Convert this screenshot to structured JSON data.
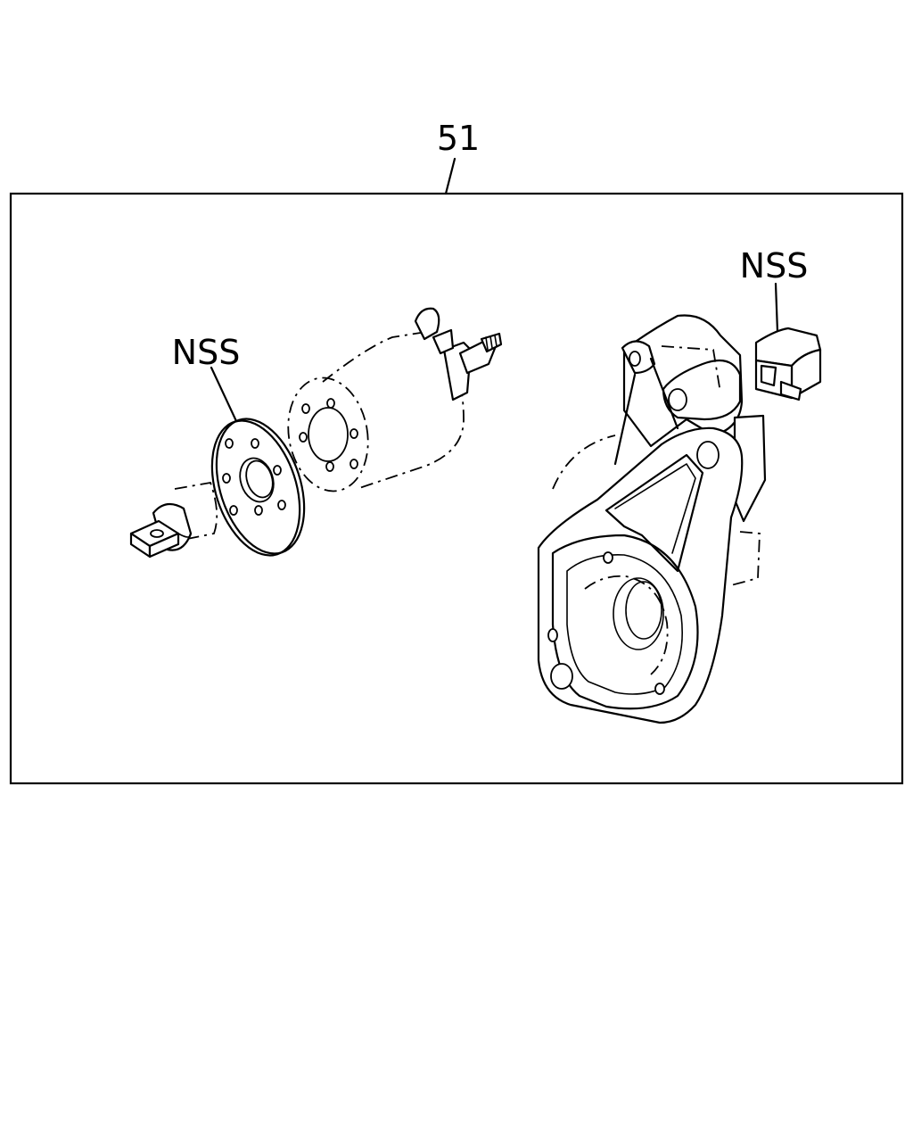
{
  "diagram": {
    "callouts": [
      {
        "id": "assembly",
        "text": "51"
      },
      {
        "id": "plate",
        "text": "NSS"
      },
      {
        "id": "brush",
        "text": "NSS"
      }
    ]
  }
}
